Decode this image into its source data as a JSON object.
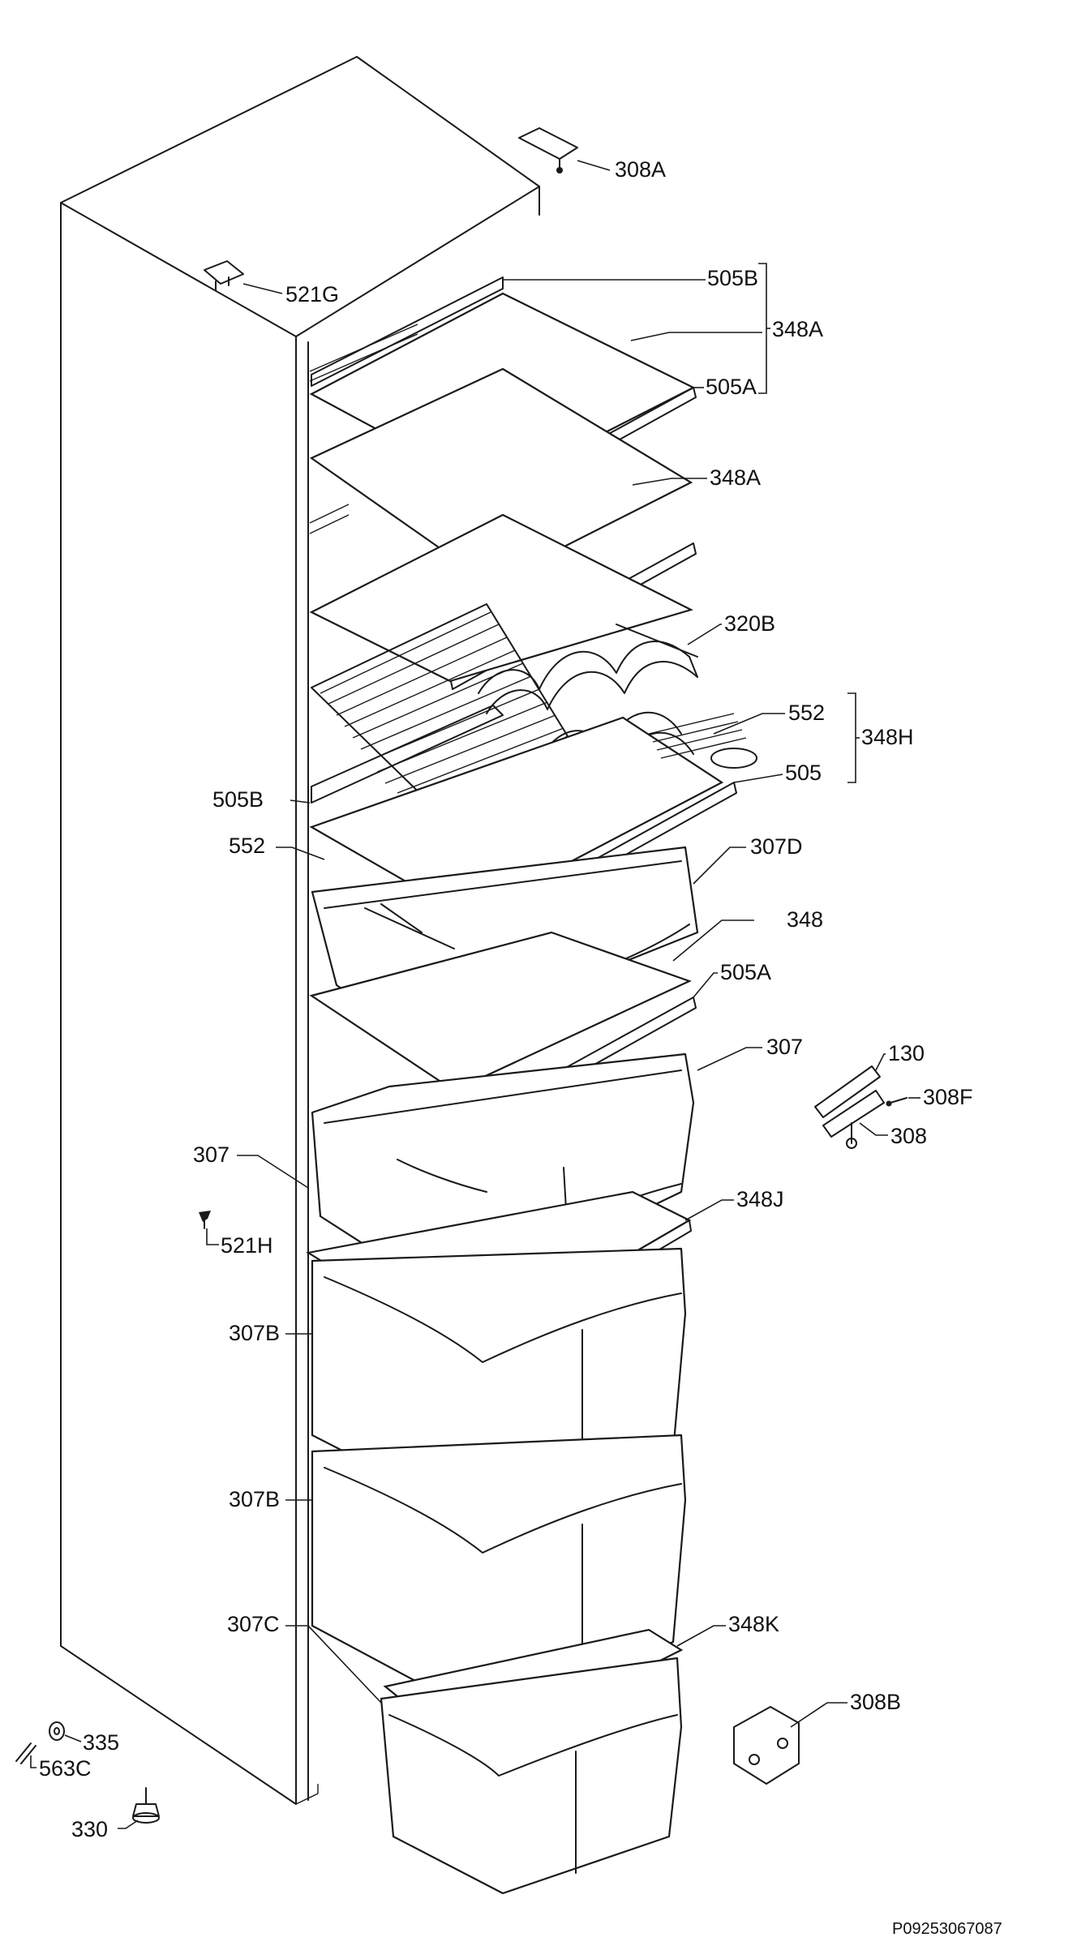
{
  "drawing_code": "P09253067087",
  "labels": {
    "hinge_top": "308A",
    "cover_top": "521G",
    "strip_505b_top": "505B",
    "shelf_348a_top": "348A",
    "strip_505a_top": "505A",
    "shelf_348a_mid": "348A",
    "wine_rack": "320B",
    "strip_552_right": "552",
    "shelf_assembly_348h": "348H",
    "strip_505b_left": "505B",
    "strip_505": "505",
    "strip_552_left": "552",
    "box_307d": "307D",
    "shelf_348": "348",
    "strip_505a_low": "505A",
    "drawer_307_right": "307",
    "hinge_130": "130",
    "screw_308f": "308F",
    "hinge_308": "308",
    "drawer_307_left": "307",
    "glass_348j": "348J",
    "screw_521h": "521H",
    "drawer_307b_upper": "307B",
    "drawer_307b_lower": "307B",
    "drawer_307c": "307C",
    "glass_348k": "348K",
    "hinge_308b": "308B",
    "spacer_335": "335",
    "pin_563c": "563C",
    "foot_330": "330"
  }
}
